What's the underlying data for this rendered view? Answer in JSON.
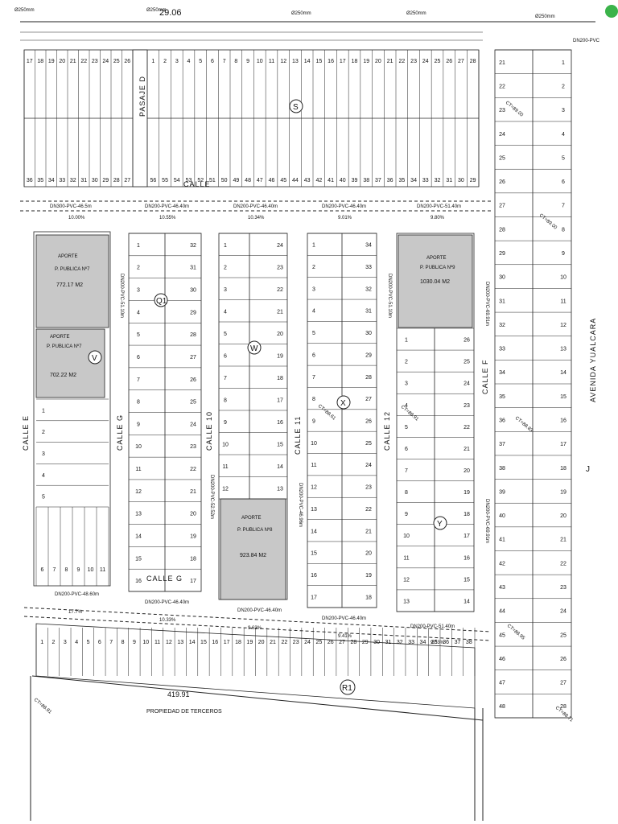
{
  "plan": {
    "top_pipe_labels": [
      "Ø250mm",
      "Ø250mm",
      "Ø250mm",
      "Ø250mm",
      "Ø250mm"
    ],
    "top_dimension": "29.06",
    "pasaje_label": "PASAJE D",
    "avenida_label": "AVENIDA YUALCARA",
    "bottom_dimension": "419.91",
    "third_party_label": "PROPIEDAD DE TERCEROS",
    "streets": {
      "calle_10": "CALLE 10",
      "calle_11": "CALLE 11",
      "calle_12": "CALLE 12",
      "calle_f": "CALLE F",
      "calle_g_block": "CALLE G",
      "calle_g_bottom": "CALLE G",
      "calle_e": "CALLE E",
      "calle_top": "CALLE"
    },
    "blocks": {
      "S": "S",
      "Q1": "Q1",
      "W": "W",
      "X": "X",
      "Y": "Y",
      "V": "V",
      "R1": "R1",
      "J": "J"
    },
    "pipes": {
      "p1": "DN300-PVC-46.5m",
      "p2": "DN200-PVC-46.40m",
      "p3": "DN200-PVC-46.40m",
      "p4": "DN200-PVC-46.40m",
      "p5": "DN200-PVC-51.40m",
      "p6": "DN200-PVC-48.60m",
      "p7": "DN200-PVC-46.40m",
      "p8": "DN200-PVC-46.40m",
      "p9": "DN200-PVC-46.40m",
      "p10": "DN200-PVC-51.40m",
      "s1": "10.00%",
      "s2": "10.55%",
      "s3": "10.34%",
      "s4": "9.01%",
      "s5": "9.80%",
      "s6": "17.7%",
      "s7": "10.33%",
      "s8": "9.63%",
      "s9": "9.41%",
      "s10": "9.53%",
      "v1": "DN200-PVC-51.10m",
      "v2": "DN200-PVC-52.52m",
      "v3": "DN200-PVC-46.96m",
      "v4": "DN200-PVC-51.10m",
      "v5": "DN200-PVC-69.91m",
      "v6": "DN200-PVC-69.91m",
      "corner": "DN200-PVC"
    },
    "aportes": {
      "a1_title": "APORTE",
      "a1_sub": "P. PUBLICA Nº7",
      "a1_area": "772.17 M2",
      "a2_title": "APORTE",
      "a2_sub": "P. PUBLICA Nº7",
      "a2_area": "702.22 M2",
      "a3_title": "APORTE",
      "a3_sub": "P. PUBLICA Nº8",
      "a3_area": "923.84 M2",
      "a4_title": "APORTE",
      "a4_sub": "P. PUBLICA Nº9",
      "a4_area": "1030.04 M2"
    },
    "ct_labels": {
      "c1": "CT=89.00",
      "c2": "CT=89.00",
      "c3": "CT=88.91",
      "c4": "CT=88.61",
      "c5": "CT=88.83",
      "c6": "CT=88.95",
      "c7": "CT=88.81",
      "c8": "CT=88.71"
    }
  }
}
